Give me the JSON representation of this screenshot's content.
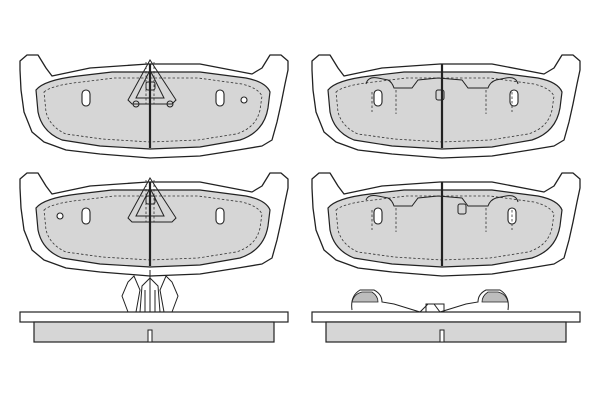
{
  "colors": {
    "background": "#ffffff",
    "outline": "#222222",
    "friction_fill": "#d6d6d6",
    "clip_fill": "#bdbdbd"
  },
  "views": [
    {
      "id": "top-left",
      "kind": "pad-front-sensor-clip"
    },
    {
      "id": "top-right",
      "kind": "pad-back-spring-clip"
    },
    {
      "id": "middle-left",
      "kind": "pad-front-sensor-clip-mirrored"
    },
    {
      "id": "middle-right",
      "kind": "pad-back-spring-clip-mirrored"
    },
    {
      "id": "bottom-left",
      "kind": "side-profile-sensor-clip"
    },
    {
      "id": "bottom-right",
      "kind": "side-profile-spring-clip"
    }
  ]
}
